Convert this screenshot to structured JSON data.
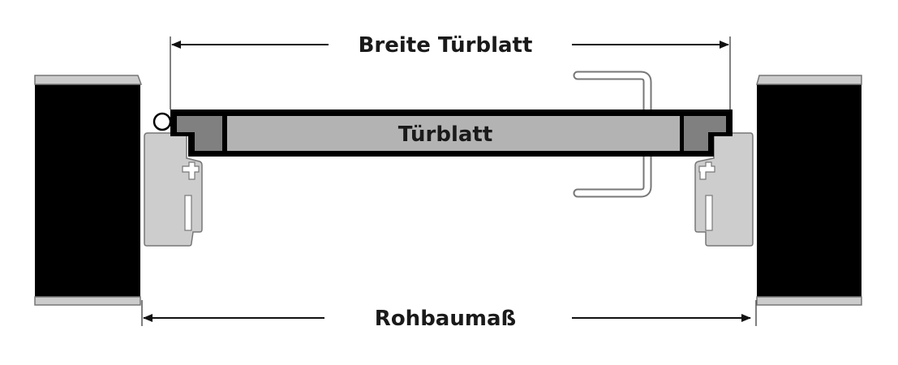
{
  "labels": {
    "door_width": "Breite Türblatt",
    "door_leaf": "Türblatt",
    "rough_opening": "Rohbaumaß"
  },
  "colors": {
    "wall": "#000000",
    "cap": "#cccccc",
    "frame": "#cdcdcd",
    "door_core": "#b3b3b3",
    "door_edge": "#808080",
    "line": "#555555"
  }
}
